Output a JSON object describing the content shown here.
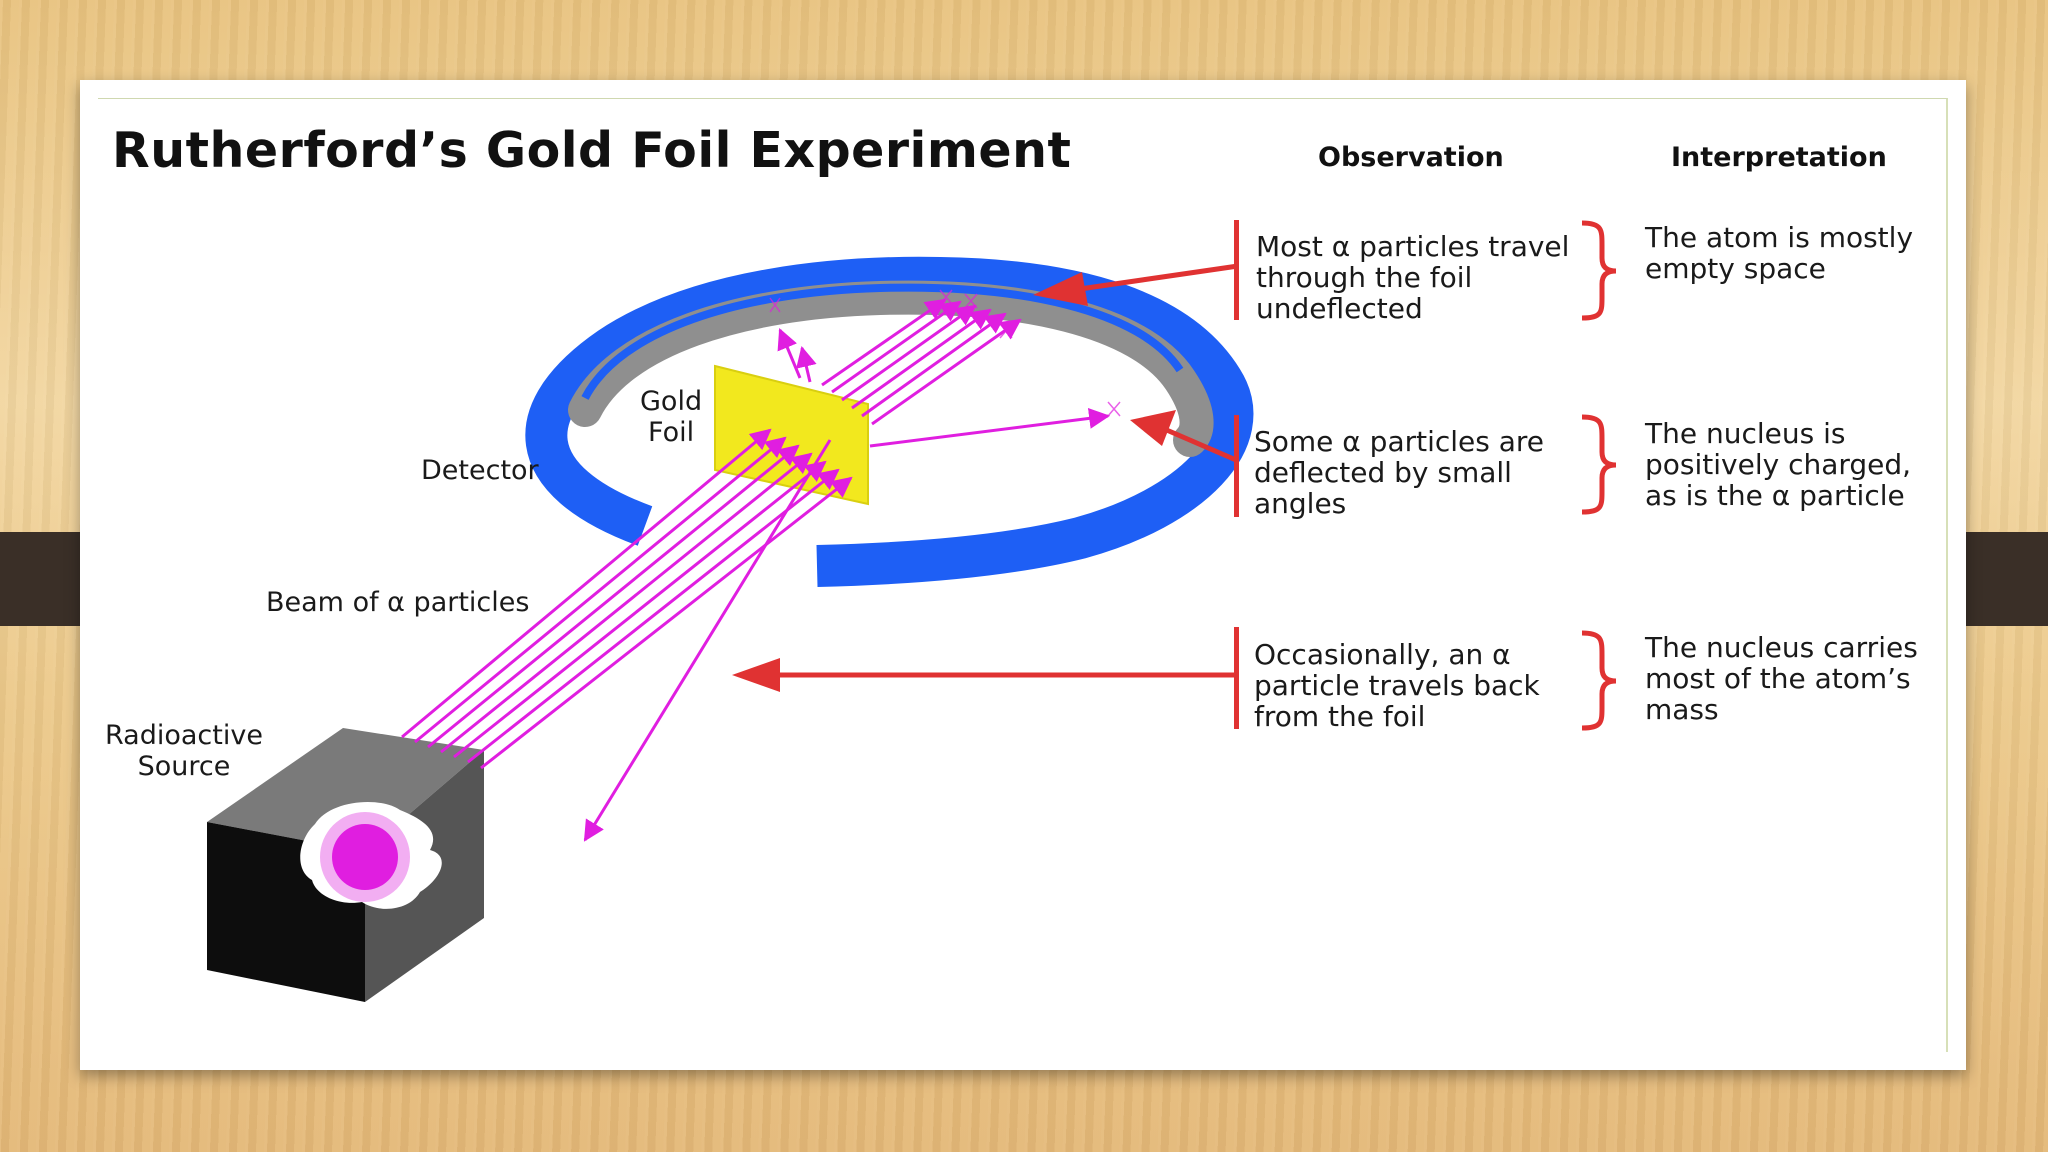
{
  "title": "Rutherford’s Gold Foil Experiment",
  "columns": {
    "observation": "Observation",
    "interpretation": "Interpretation"
  },
  "labels": {
    "detector": "Detector",
    "gold_foil": "Gold\nFoil",
    "beam": "Beam of α particles",
    "source": "Radioactive\nSource"
  },
  "rows": [
    {
      "observation": "Most α particles travel\nthrough the foil\nundeflected",
      "interpretation": "The atom is mostly\nempty space"
    },
    {
      "observation": "Some α particles are\ndeflected by small\nangles",
      "interpretation": "The nucleus is\npositively charged,\nas is the α particle"
    },
    {
      "observation": "Occasionally, an α\nparticle travels back\nfrom the foil",
      "interpretation": "The nucleus carries\nmost of the atom’s\nmass"
    }
  ],
  "colors": {
    "detector": "#1e5ff5",
    "detector_inner": "#8f8f8f",
    "foil": "#f2e81e",
    "alpha": "#e01ee0",
    "arrow": "#e03232",
    "source_dark": "#0d0d0d",
    "source_side": "#555555",
    "source_top": "#7a7a7a"
  }
}
